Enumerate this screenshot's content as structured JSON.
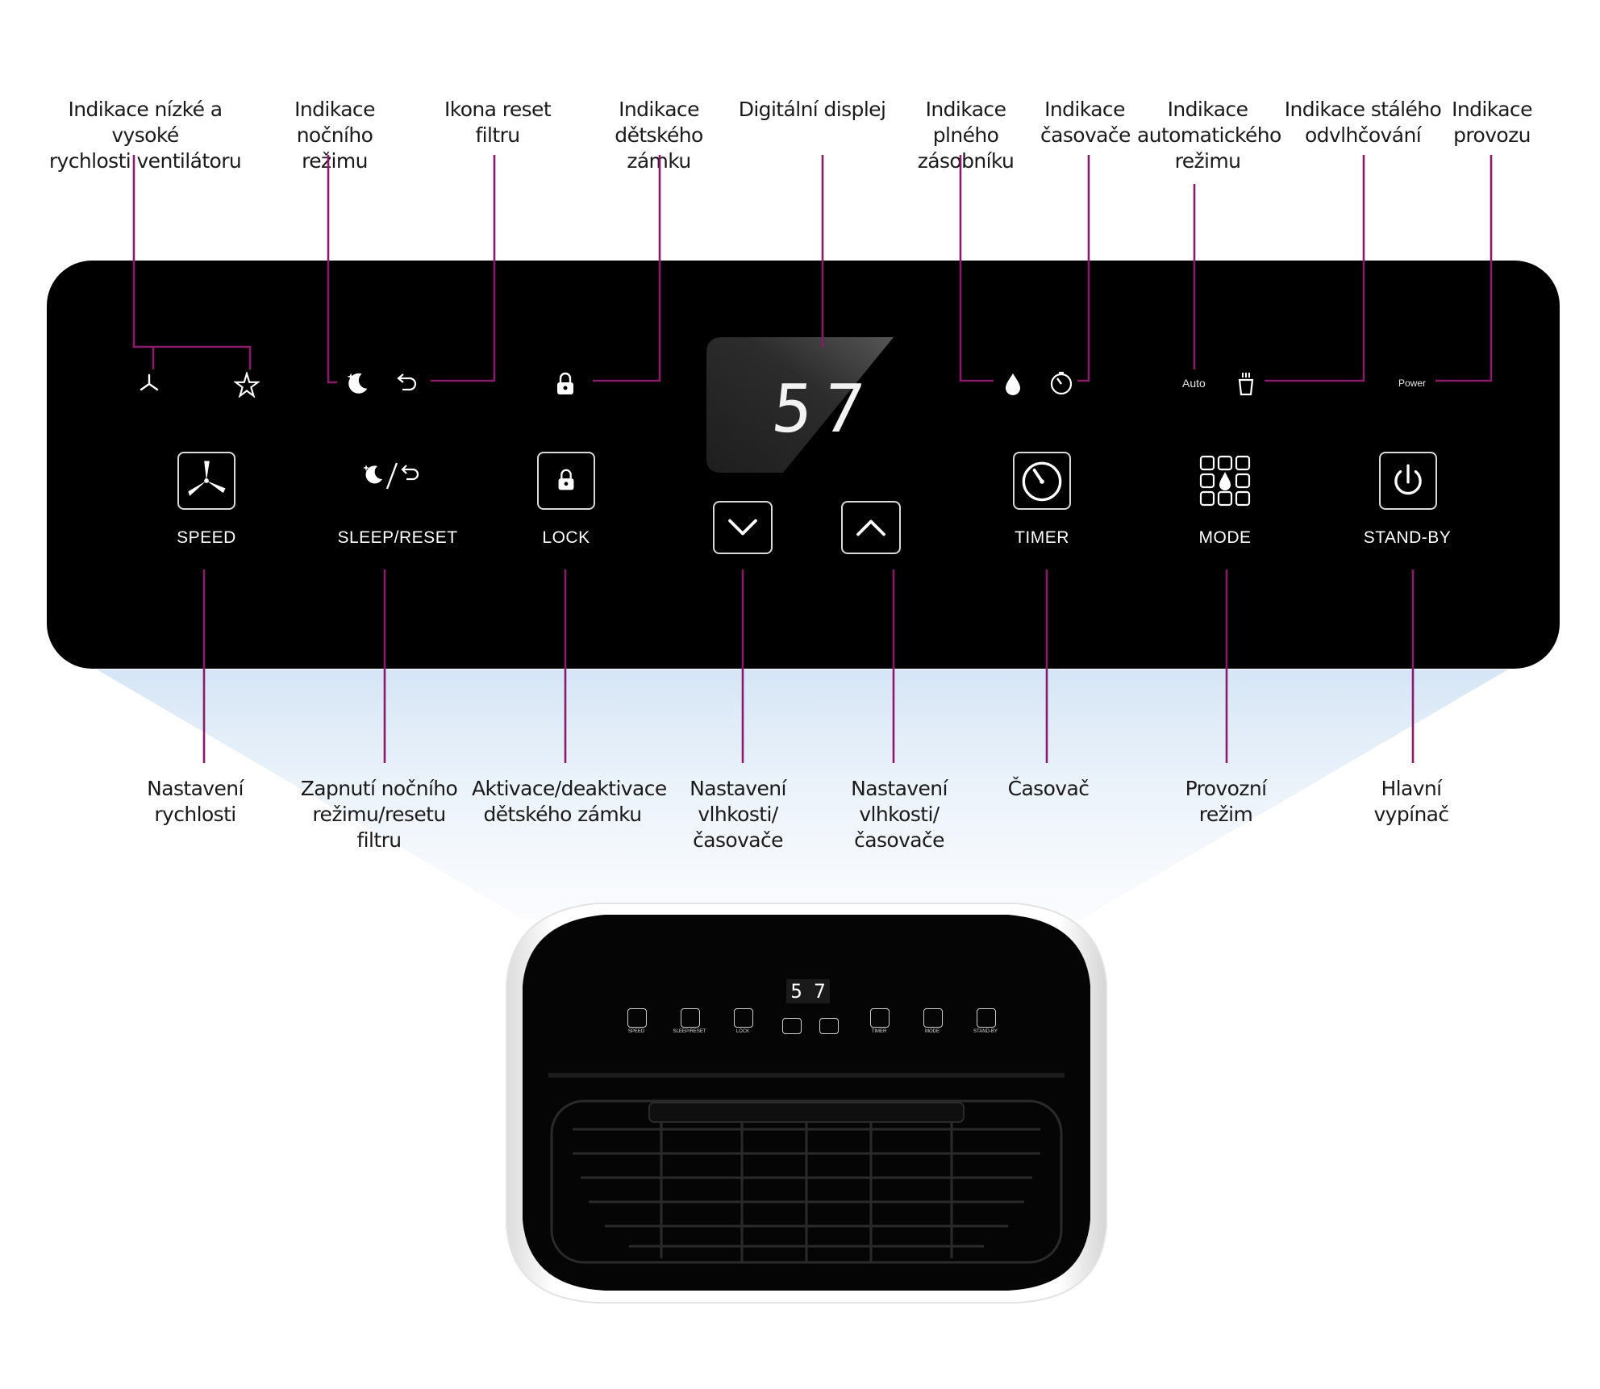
{
  "top_labels": {
    "fan_speed_indicator": "Indikace nízké a vysoké\nrychlosti ventilátoru",
    "night_mode_indicator": "Indikace nočního\nrežimu",
    "filter_reset_icon": "Ikona reset filtru",
    "child_lock_indicator": "Indikace\ndětského zámku",
    "digital_display": "Digitální displej",
    "full_tank_indicator": "Indikace plného\nzásobníku",
    "timer_indicator": "Indikace\nčasovače",
    "auto_mode_indicator": "Indikace\nautomatického\nrežimu",
    "continuous_indicator": "Indikace stálého\nodvlhčování",
    "power_indicator": "Indikace\nprovozu"
  },
  "bottom_labels": {
    "speed_setting": "Nastavení\nrychlosti",
    "sleep_reset": "Zapnutí nočního\nrežimu/resetu filtru",
    "lock_toggle": "Aktivace/deaktivace\ndětského zámku",
    "down_setting": "Nastavení\nvlhkosti/časovače",
    "up_setting": "Nastavení\nvlhkosti/časovače",
    "timer": "Časovač",
    "mode": "Provozní\nrežim",
    "main_switch": "Hlavní\nvypínač"
  },
  "panel": {
    "display_value": "57",
    "auto_text": "Auto",
    "power_text": "Power",
    "buttons": {
      "speed": "SPEED",
      "sleep_reset": "SLEEP/RESET",
      "lock": "LOCK",
      "timer": "TIMER",
      "mode": "MODE",
      "standby": "STAND-BY"
    }
  },
  "device_thumbnail": {
    "display_value": "5 7",
    "speed": "SPEED",
    "sleep_reset": "SLEEP/RESET",
    "lock": "LOCK",
    "timer": "TIMER",
    "mode": "MODE",
    "standby": "STAND-BY"
  },
  "colors": {
    "leader_line": "#8b1a6b",
    "panel": "#000000",
    "beam": "#dbe9f6"
  }
}
